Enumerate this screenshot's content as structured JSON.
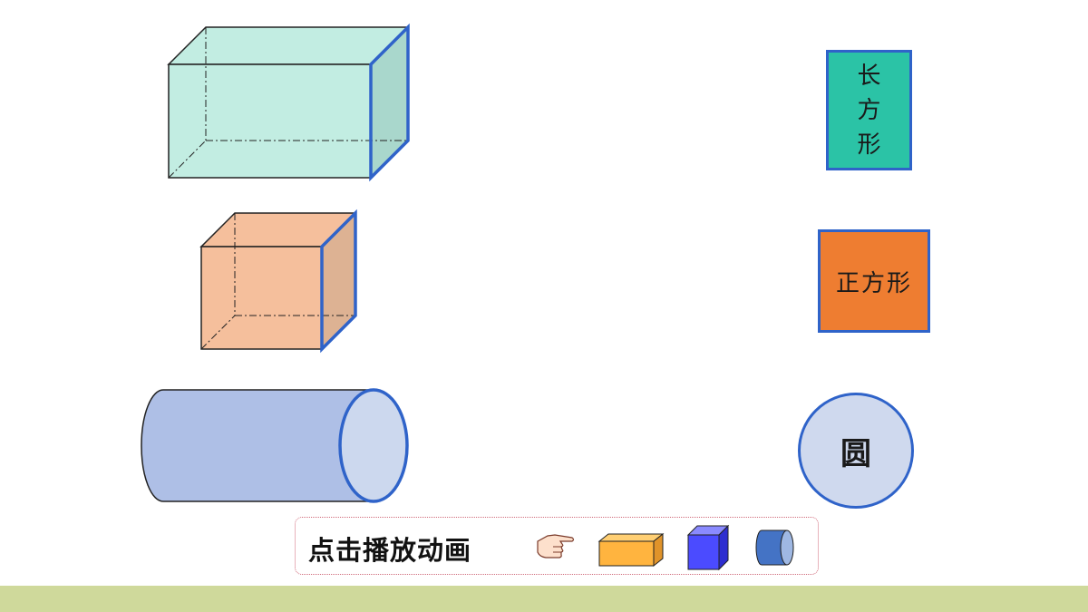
{
  "labels": {
    "rectangle": [
      "长",
      "方",
      "形"
    ],
    "square": "正方形",
    "circle": "圆"
  },
  "controls": {
    "play_text": "点击播放动画",
    "icons": [
      "pointing-hand-icon",
      "cuboid-icon",
      "cube-icon",
      "cylinder-icon"
    ]
  },
  "colors": {
    "cuboid_face": "#c2ede2",
    "cube_face": "#f5bf9c",
    "cylinder_body": "#aebfe6",
    "rectangle_card": "#2bc3a6",
    "square_card": "#ee7d31",
    "circle_card": "#cfd9ee",
    "highlight_edge": "#2f63c9",
    "ground": "#cfd99b"
  }
}
